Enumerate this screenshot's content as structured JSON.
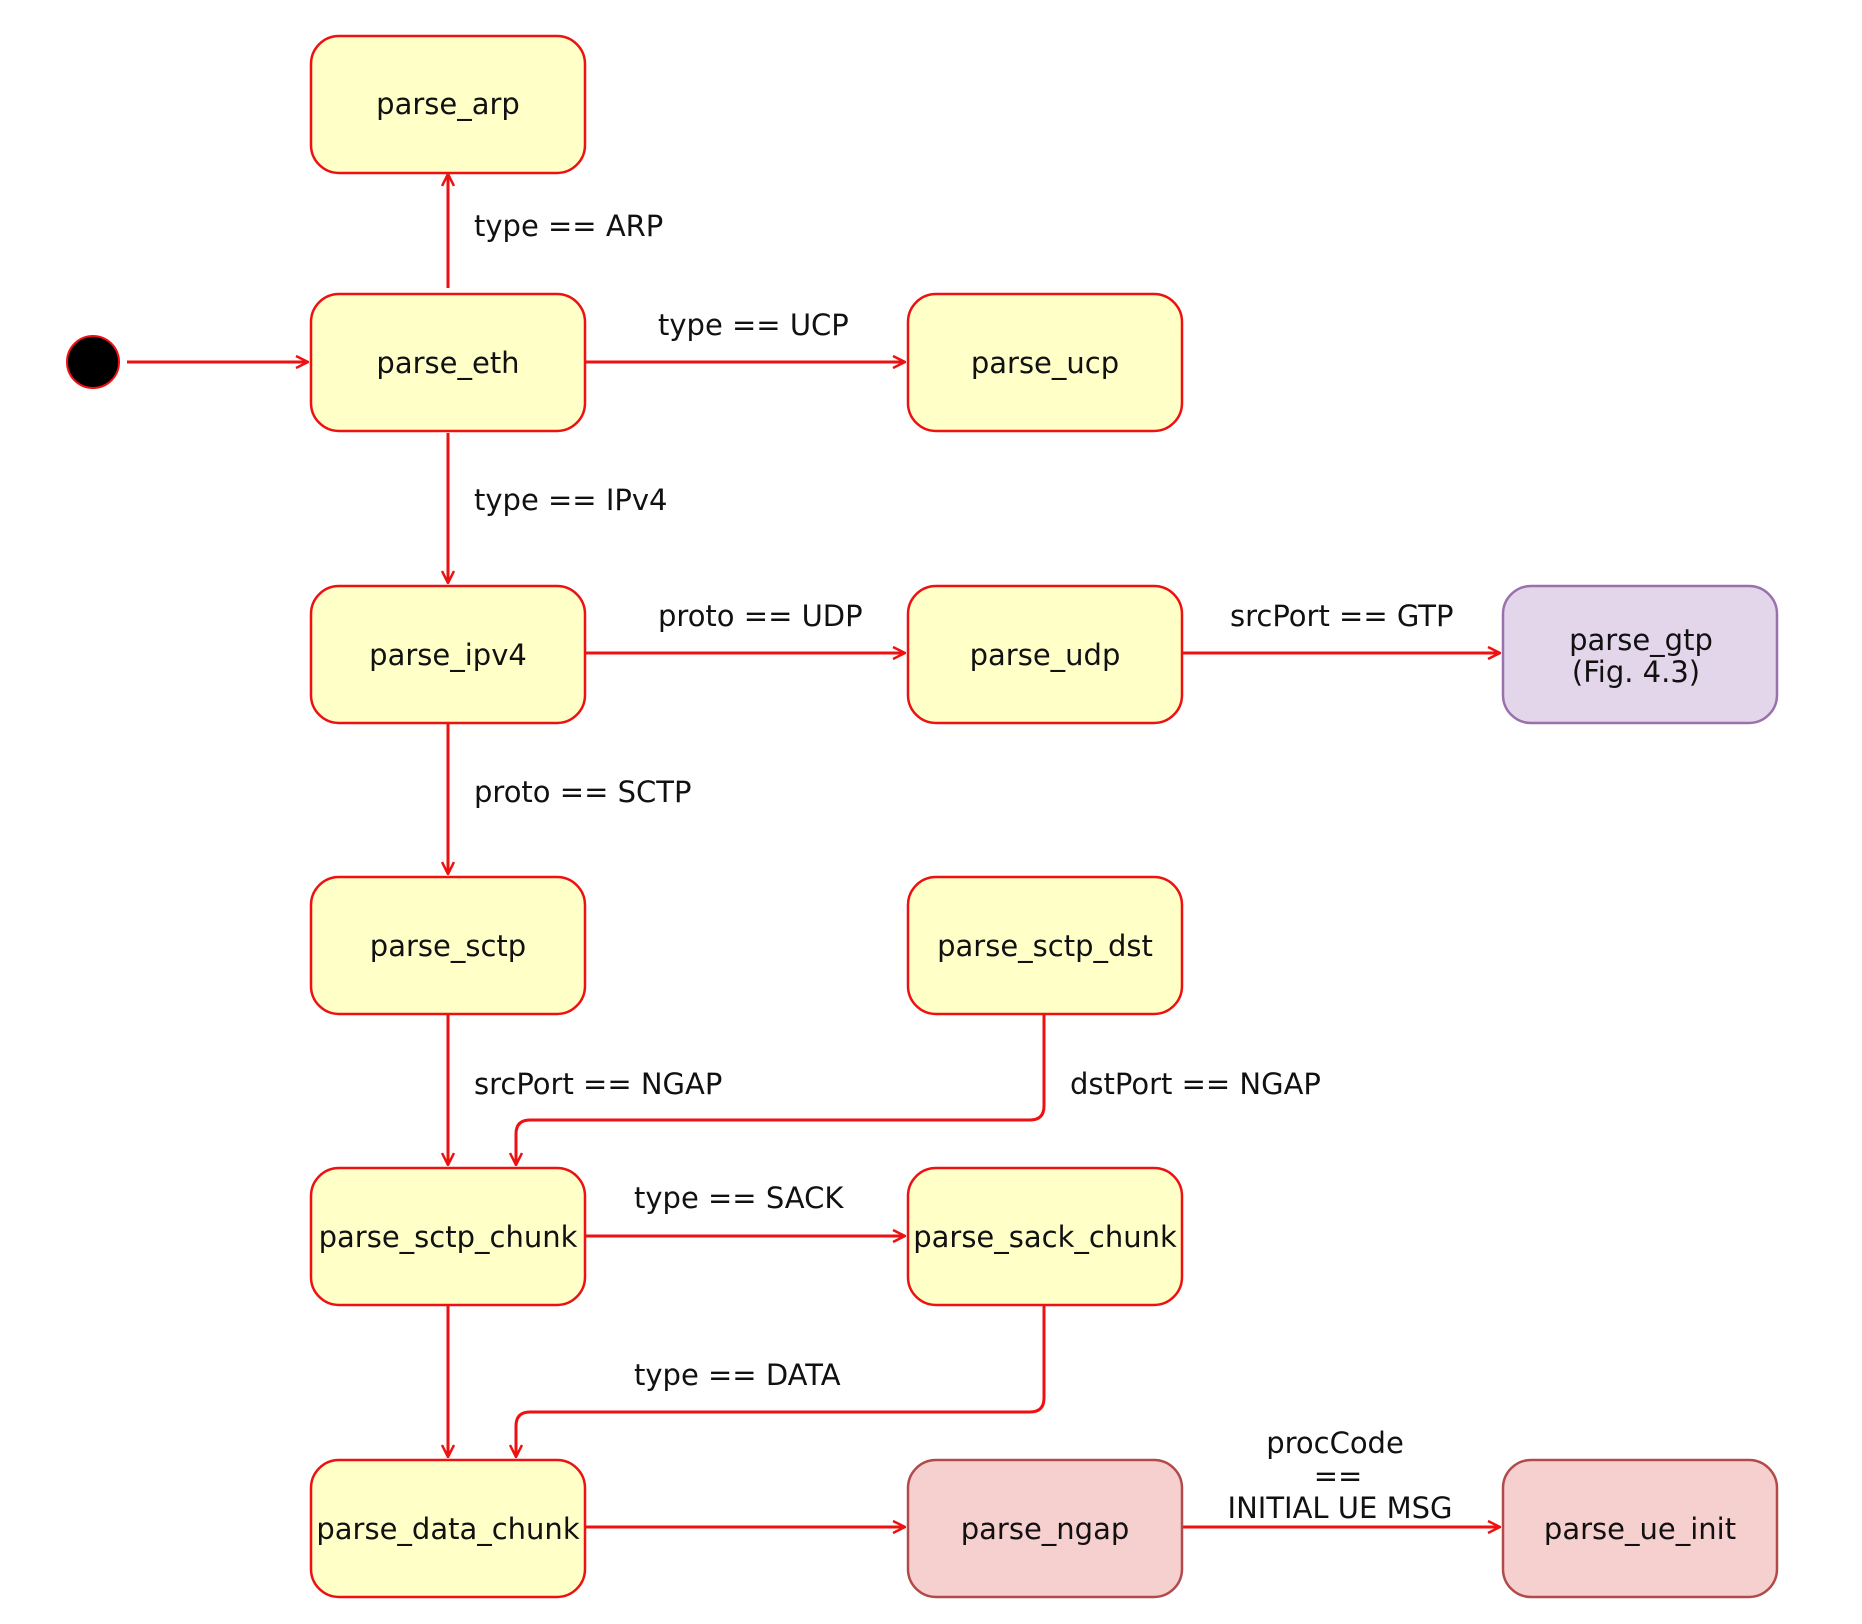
{
  "colors": {
    "edge": "#ee1111",
    "state_fill": "#ffffc8",
    "state_stroke": "#ee1111",
    "ngap_fill": "#f6cfcf",
    "ngap_stroke": "#b34a4a",
    "gtp_fill": "#e3d5ea",
    "gtp_stroke": "#9a70ad",
    "initial": "#000000"
  },
  "nodes": {
    "parse_arp": {
      "label": "parse_arp"
    },
    "parse_eth": {
      "label": "parse_eth"
    },
    "parse_ucp": {
      "label": "parse_ucp"
    },
    "parse_ipv4": {
      "label": "parse_ipv4"
    },
    "parse_udp": {
      "label": "parse_udp"
    },
    "parse_gtp": {
      "label": "parse_gtp",
      "label2": "(Fig. 4.3)"
    },
    "parse_sctp": {
      "label": "parse_sctp"
    },
    "parse_sctp_dst": {
      "label": "parse_sctp_dst"
    },
    "parse_sctp_chunk": {
      "label": "parse_sctp_chunk"
    },
    "parse_sack_chunk": {
      "label": "parse_sack_chunk"
    },
    "parse_data_chunk": {
      "label": "parse_data_chunk"
    },
    "parse_ngap": {
      "label": "parse_ngap"
    },
    "parse_ue_init": {
      "label": "parse_ue_init"
    }
  },
  "edges": {
    "eth_arp": "type == ARP",
    "eth_ucp": "type == UCP",
    "eth_ipv4": "type == IPv4",
    "ipv4_udp": "proto == UDP",
    "udp_gtp": "srcPort == GTP",
    "ipv4_sctp": "proto == SCTP",
    "sctp_chunk": "srcPort == NGAP",
    "sctpdst_chunk": "dstPort == NGAP",
    "chunk_sack": "type == SACK",
    "sack_data": "type == DATA",
    "ngap_ueinit_1": "procCode",
    "ngap_ueinit_2": "==",
    "ngap_ueinit_3": "INITIAL UE MSG"
  }
}
